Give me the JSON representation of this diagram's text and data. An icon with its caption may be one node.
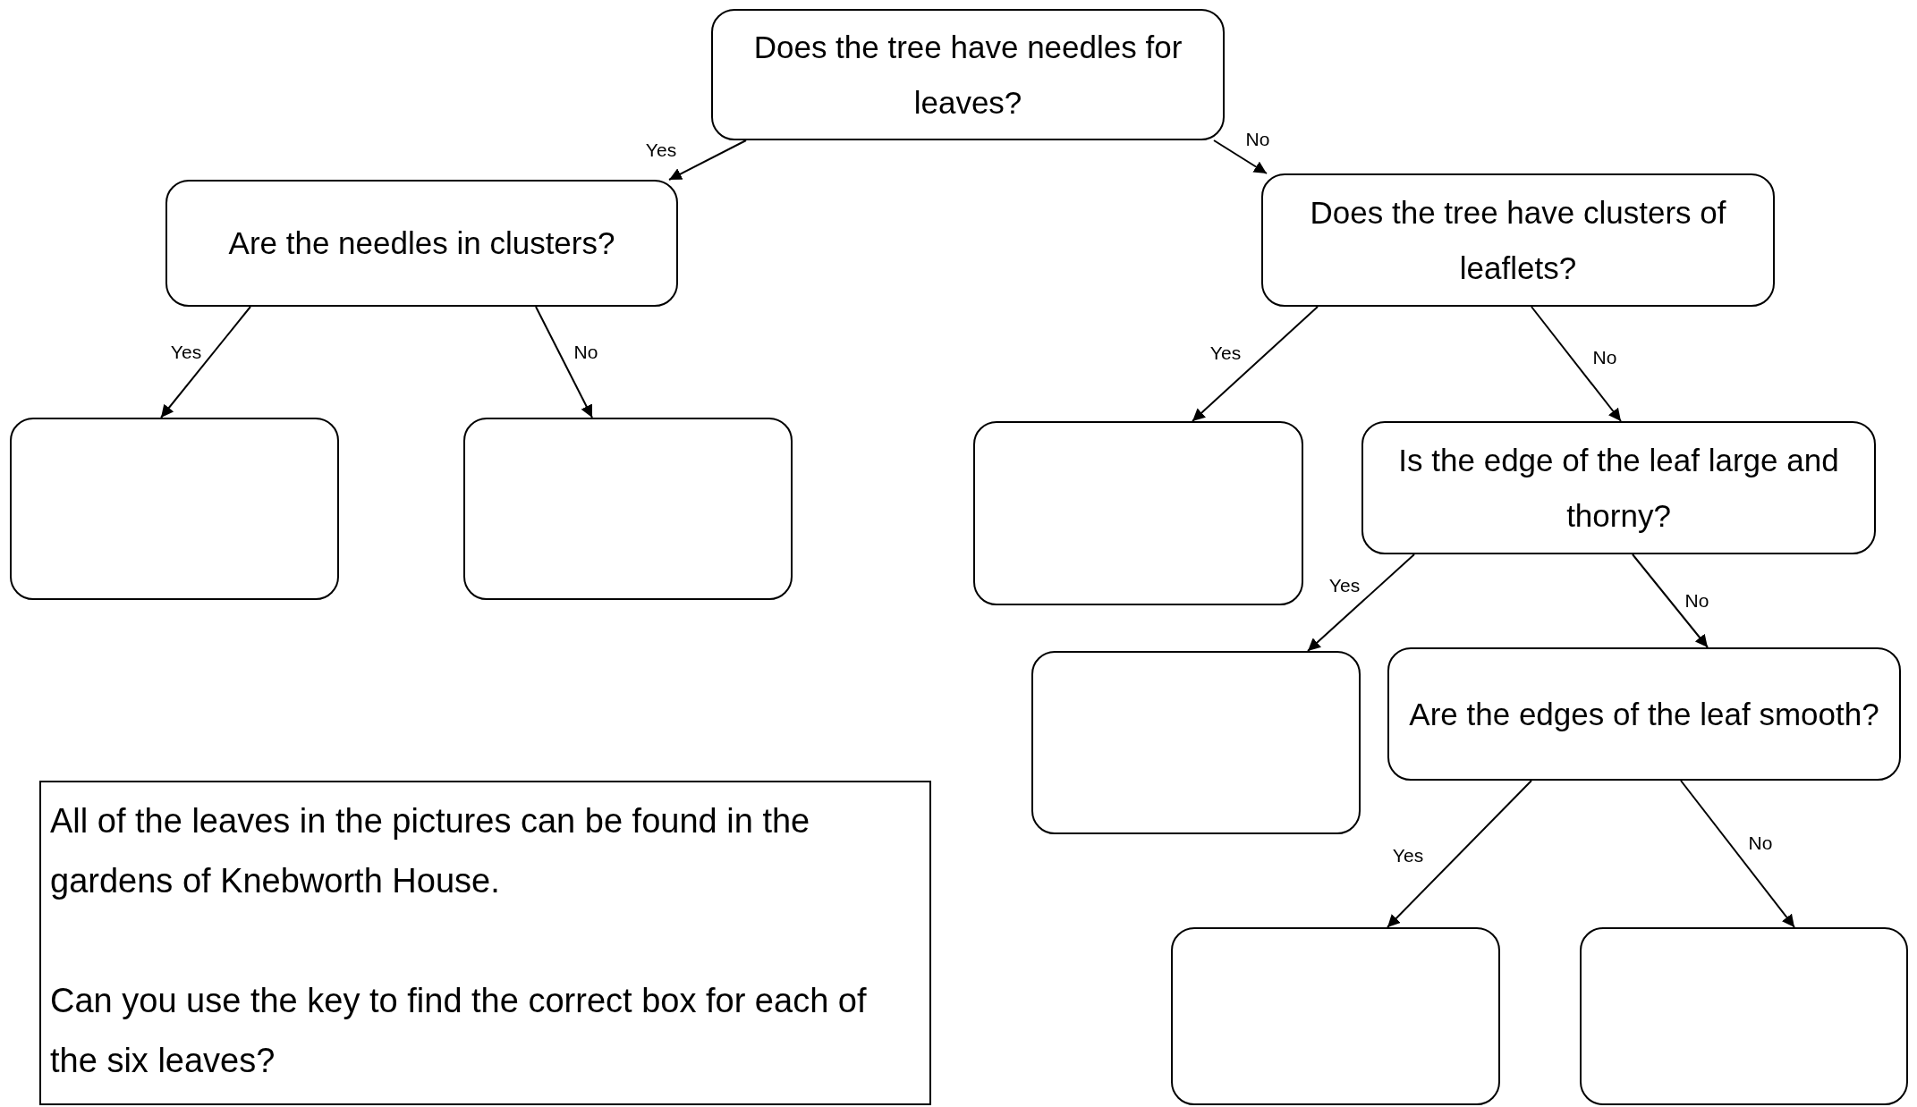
{
  "diagram": {
    "nodes": [
      {
        "text": [
          "Does the tree have needles for leaves?"
        ]
      },
      {
        "text": [
          "Are the needles in clusters?"
        ]
      },
      {
        "text": [
          "Does the tree have clusters of leaflets?"
        ]
      },
      {
        "text": [],
        "shape": "box"
      },
      {
        "text": [],
        "shape": "box"
      },
      {
        "text": [],
        "shape": "box"
      },
      {
        "text": [
          "Is the edge of the leaf large and thorny?"
        ]
      },
      {
        "text": [],
        "shape": "box"
      },
      {
        "text": [
          "Are the edges of the leaf smooth?"
        ]
      },
      {
        "text": [],
        "shape": "box"
      },
      {
        "text": [],
        "shape": "box"
      },
      {
        "text": [
          "All of the leaves in the pictures can be found in the gardens of Knebworth House.",
          "Can you use the key to find the correct box for each of the six leaves?"
        ]
      }
    ],
    "edges": [
      {
        "from": 0,
        "to": 1,
        "arrow": "to",
        "label": "Yes"
      },
      {
        "from": 0,
        "to": 2,
        "arrow": "to",
        "label": "No"
      },
      {
        "from": 1,
        "to": 3,
        "arrow": "to",
        "label": "Yes"
      },
      {
        "from": 1,
        "to": 4,
        "arrow": "to",
        "label": "No"
      },
      {
        "from": 2,
        "to": 5,
        "arrow": "to",
        "label": "Yes"
      },
      {
        "from": 2,
        "to": 6,
        "arrow": "to",
        "label": "No"
      },
      {
        "from": 6,
        "to": 7,
        "arrow": "to",
        "label": "Yes"
      },
      {
        "from": 6,
        "to": 8,
        "arrow": "to",
        "label": "No"
      },
      {
        "from": 8,
        "to": 9,
        "arrow": "to",
        "label": "Yes"
      },
      {
        "from": 8,
        "to": 10,
        "arrow": "to",
        "label": "No"
      }
    ]
  }
}
